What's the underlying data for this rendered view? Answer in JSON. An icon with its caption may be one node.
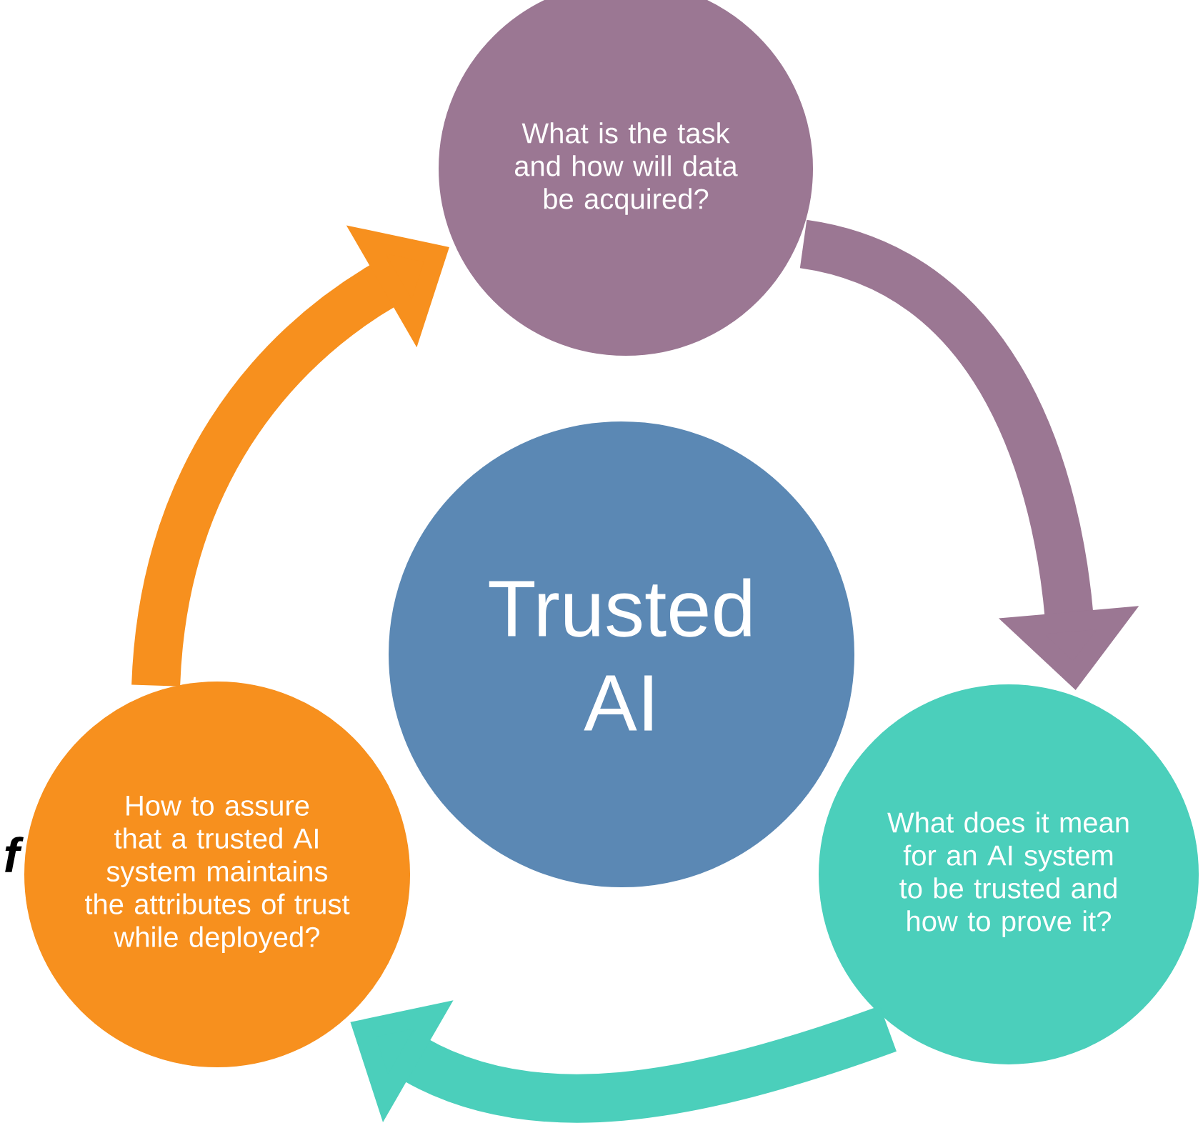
{
  "diagram": {
    "nodes": [
      {
        "text": [
          "What is the task and how will data be acquired?"
        ]
      },
      {
        "text": [
          "Trusted AI"
        ]
      },
      {
        "text": [
          "What does it mean for an AI system to be trusted and how to prove it?"
        ]
      },
      {
        "text": [
          "How to assure that a trusted AI system maintains the attributes of trust while deployed?"
        ]
      }
    ],
    "edges": [
      {
        "from": 0,
        "to": 2,
        "arrow": "to",
        "color": "#9b7793"
      },
      {
        "from": 2,
        "to": 3,
        "arrow": "to",
        "color": "#4bcfbb"
      },
      {
        "from": 3,
        "to": 0,
        "arrow": "to",
        "color": "#f7901e"
      }
    ],
    "labels": [
      "f"
    ]
  }
}
